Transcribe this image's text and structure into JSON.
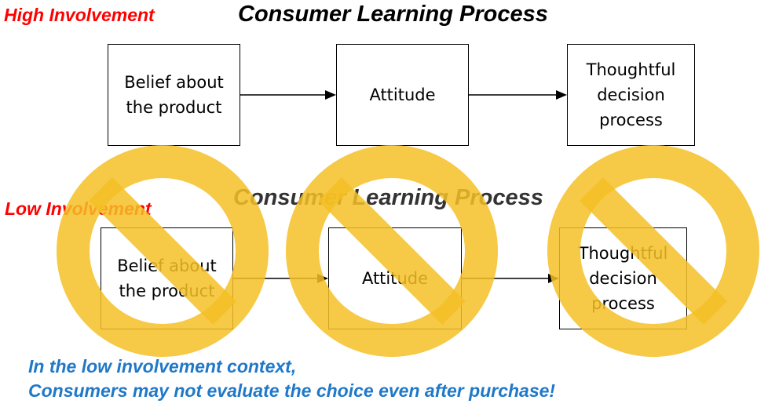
{
  "colors": {
    "high_label": "#ff0000",
    "low_label": "#ff0000",
    "title_high": "#000000",
    "title_low": "#333333",
    "prohibit_sign": "#f5bf26",
    "note_text": "#1f78c8"
  },
  "high": {
    "label": "High Involvement",
    "title": "Consumer Learning Process",
    "boxes": [
      {
        "text": "Belief about the product"
      },
      {
        "text": "Attitude"
      },
      {
        "text": "Thoughtful decision process"
      }
    ]
  },
  "low": {
    "label": "Low Involvement",
    "title": "Consumer Learning Process",
    "boxes": [
      {
        "text": "Belief about the product"
      },
      {
        "text": "Attitude"
      },
      {
        "text": "Thoughtful decision process"
      }
    ],
    "overlay_icon": "prohibition-icon"
  },
  "note": {
    "line1": "In the low involvement context,",
    "line2": "Consumers may not evaluate the choice even after purchase!"
  }
}
